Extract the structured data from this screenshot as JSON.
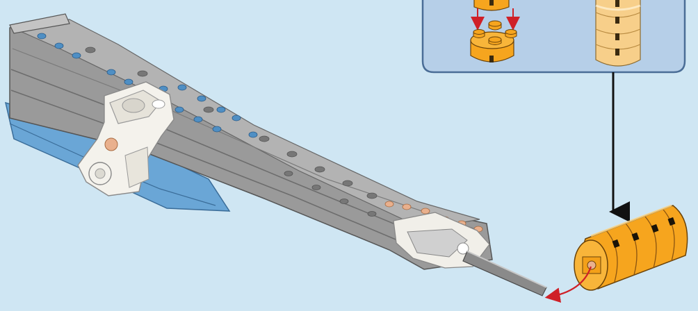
{
  "diagram": {
    "background_color": "#cfe6f3",
    "inset_panel_color": "#b6cfe8",
    "inset_border_color": "#4a6d96",
    "beam_color": "#9a9a9a",
    "beam_dark_color": "#6d6d6d",
    "pin_blue_color": "#4f8fc4",
    "pin_tan_color": "#e9b08d",
    "part_white_color": "#f4f2ec",
    "rounded_brick_color": "#f6a51e",
    "rounded_brick_light_color": "#f7cf8a",
    "arrow_red_color": "#cf2027",
    "arrow_black_color": "#111111",
    "steps": [
      {
        "id": "attach-two-round-bricks",
        "icon": "round-brick-2x2-icon"
      },
      {
        "id": "stack-of-four-round-bricks",
        "icon": "round-brick-stack-icon"
      },
      {
        "id": "slide-bricks-onto-axle",
        "icon": "red-arrow-icon"
      }
    ],
    "stack_count": 4
  }
}
